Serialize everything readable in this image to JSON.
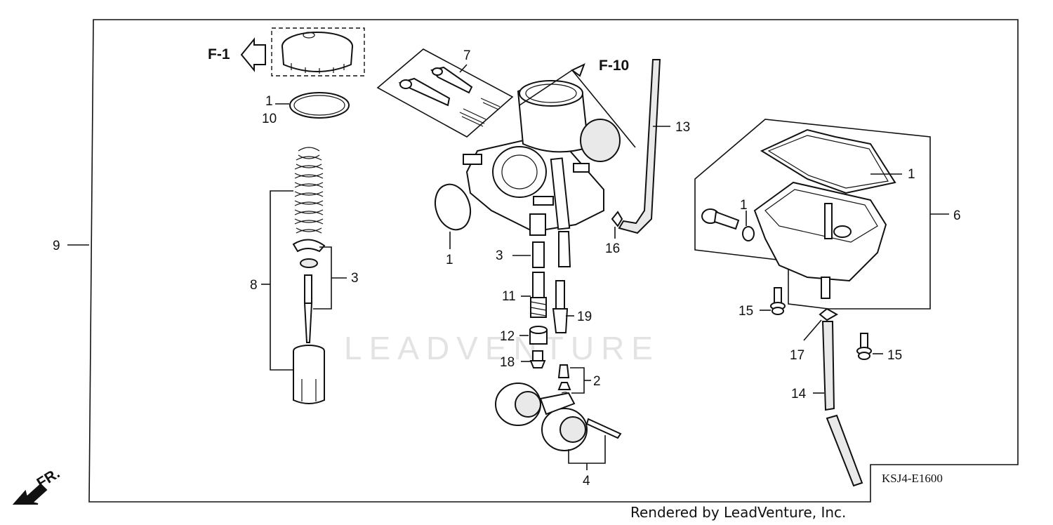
{
  "refs": {
    "f1": "F-1",
    "f10": "F-10",
    "fr": "FR."
  },
  "labels": {
    "l1a": "1",
    "l10": "10",
    "l7": "7",
    "l13": "13",
    "l1b": "1",
    "l1c": "1",
    "l6": "6",
    "l9": "9",
    "l8": "8",
    "l3a": "3",
    "l1d": "1",
    "l3b": "3",
    "l16": "16",
    "l11": "11",
    "l19": "19",
    "l12": "12",
    "l18": "18",
    "l2": "2",
    "l4": "4",
    "l15a": "15",
    "l15b": "15",
    "l17": "17",
    "l14": "14"
  },
  "diagram_code": "KSJ4-E1600",
  "watermark": "LEADVENTURE",
  "credit": "Rendered by LeadVenture, Inc."
}
